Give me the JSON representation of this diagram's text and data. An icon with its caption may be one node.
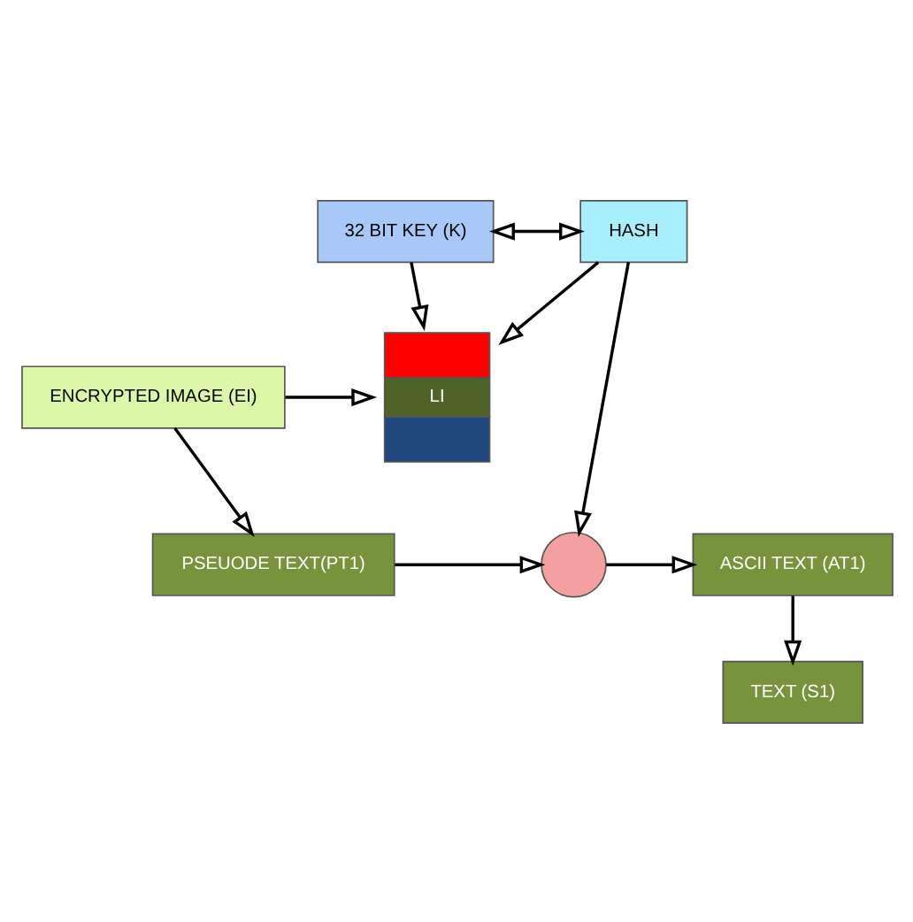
{
  "diagram": {
    "nodes": [
      {
        "text": [
          "ENCRYPTED IMAGE (EI)"
        ]
      },
      {
        "text": [
          "LI"
        ]
      },
      {
        "text": [
          "32 BIT KEY (K)"
        ]
      },
      {
        "text": [
          "HASH"
        ]
      },
      {
        "text": [
          "PSEUODE TEXT(PT1)"
        ]
      },
      {
        "text": [],
        "shape": "circle"
      },
      {
        "text": [
          "ASCII TEXT (AT1)"
        ]
      },
      {
        "text": [
          "TEXT (S1)"
        ]
      }
    ],
    "edges": [
      {
        "from": 0,
        "to": 1,
        "arrow": "to"
      },
      {
        "from": 2,
        "to": 3,
        "arrow": "both"
      },
      {
        "from": 2,
        "to": 1,
        "arrow": "to"
      },
      {
        "from": 3,
        "to": 1,
        "arrow": "to"
      },
      {
        "from": 0,
        "to": 4,
        "arrow": "to"
      },
      {
        "from": 3,
        "to": 5,
        "arrow": "to"
      },
      {
        "from": 4,
        "to": 5,
        "arrow": "to"
      },
      {
        "from": 5,
        "to": 6,
        "arrow": "to"
      },
      {
        "from": 6,
        "to": 7,
        "arrow": "to"
      }
    ]
  }
}
